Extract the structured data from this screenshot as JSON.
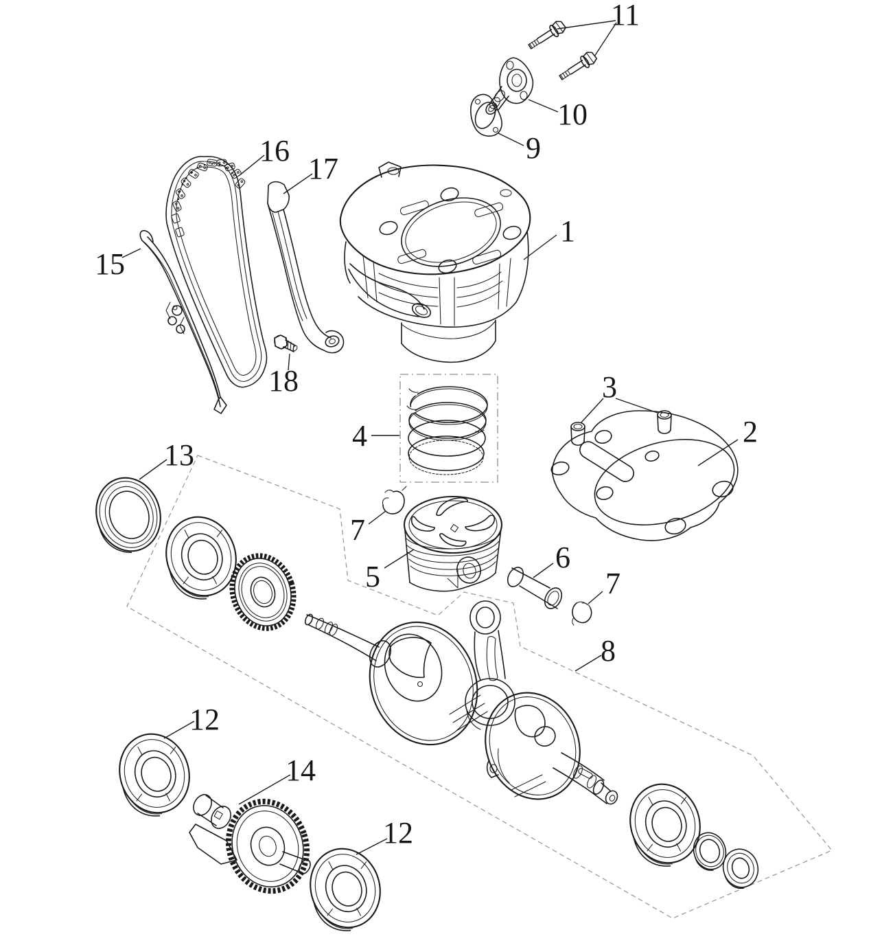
{
  "diagram": {
    "kind": "exploded-parts-diagram",
    "colors": {
      "background": "#ffffff",
      "line": "#1a1a1a",
      "group_boundary": "#9a9a9a"
    },
    "callouts": [
      {
        "label": "1"
      },
      {
        "label": "2"
      },
      {
        "label": "3"
      },
      {
        "label": "4"
      },
      {
        "label": "5"
      },
      {
        "label": "6"
      },
      {
        "label": "7"
      },
      {
        "label": "7"
      },
      {
        "label": "8"
      },
      {
        "label": "9"
      },
      {
        "label": "10"
      },
      {
        "label": "11"
      },
      {
        "label": "12"
      },
      {
        "label": "12"
      },
      {
        "label": "13"
      },
      {
        "label": "14"
      },
      {
        "label": "15"
      },
      {
        "label": "16"
      },
      {
        "label": "17"
      },
      {
        "label": "18"
      }
    ]
  }
}
